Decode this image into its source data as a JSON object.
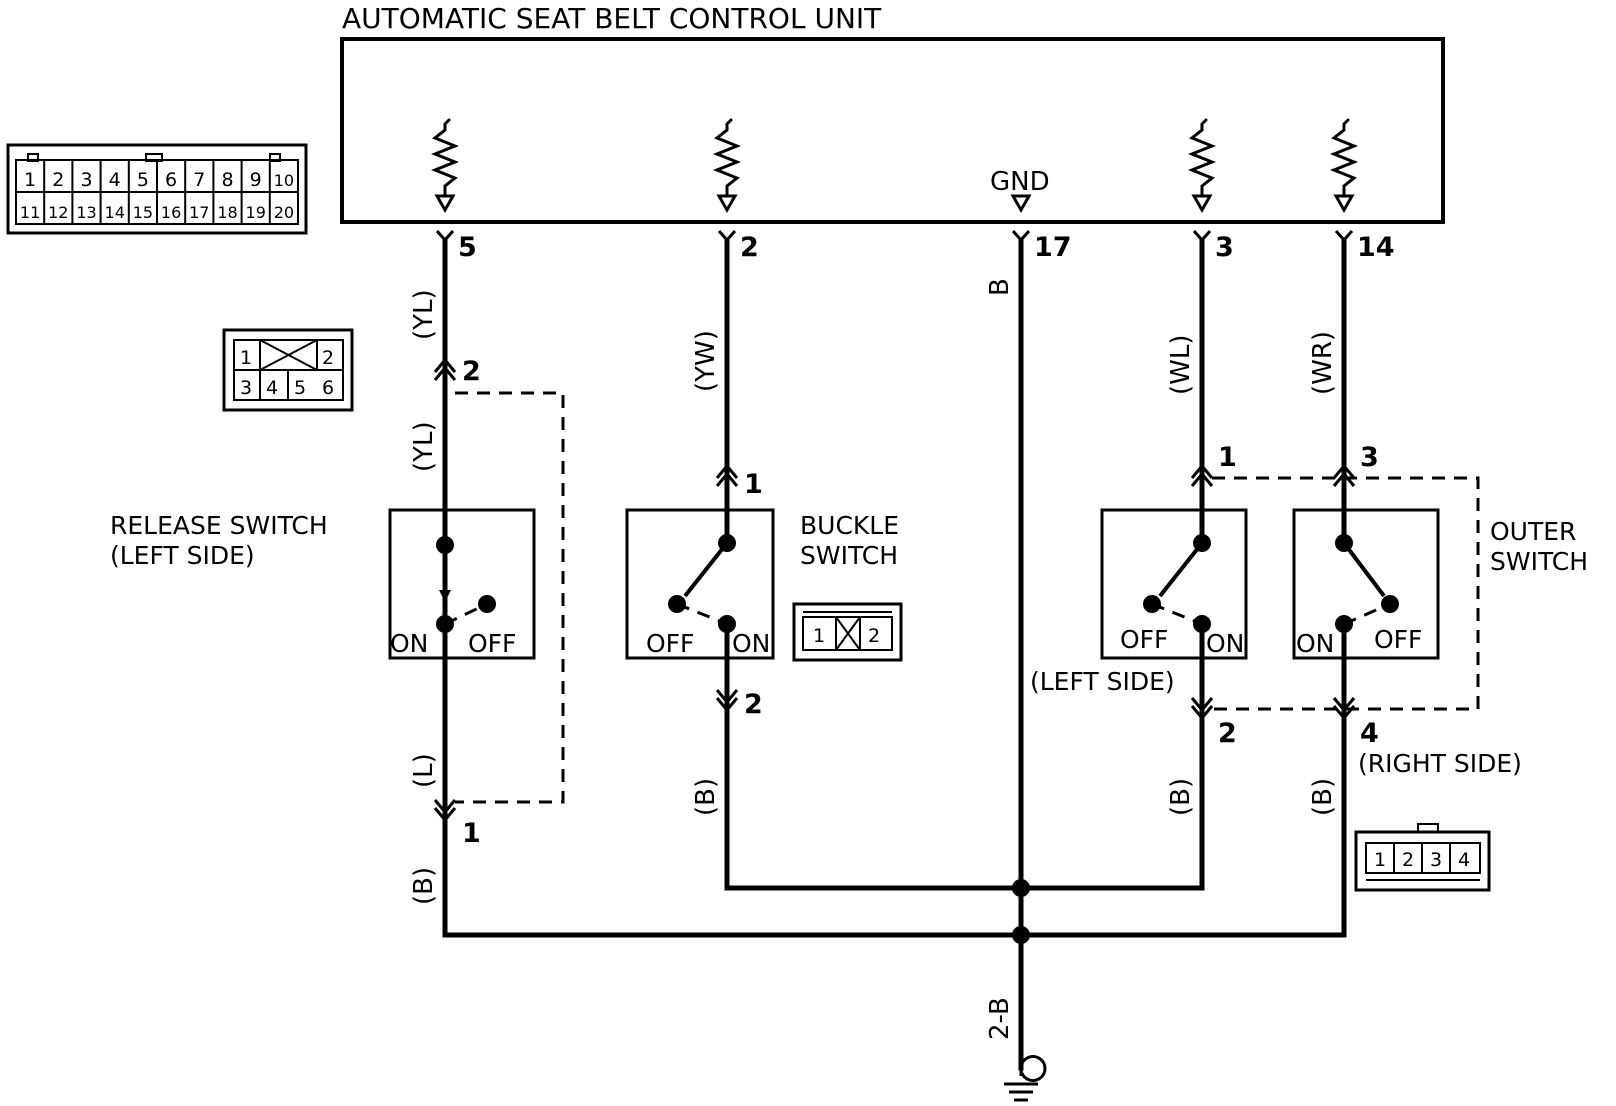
{
  "title": "AUTOMATIC SEAT BELT CONTROL UNIT",
  "gnd_label": "GND",
  "pins": {
    "p5": "5",
    "p2": "2",
    "p17": "17",
    "p3": "3",
    "p14": "14"
  },
  "wire_colors": {
    "yl": "(YL)",
    "yw": "(YW)",
    "b_plain": "B",
    "wl": "(WL)",
    "wr": "(WR)",
    "l": "(L)",
    "b": "(B)",
    "ground_wire": "2-B"
  },
  "terminals": {
    "t1": "1",
    "t2": "2",
    "t3": "3",
    "t4": "4"
  },
  "switches": {
    "release": {
      "line1": "RELEASE SWITCH",
      "line2": "(LEFT SIDE)",
      "on": "ON",
      "off": "OFF"
    },
    "buckle": {
      "line1": "BUCKLE",
      "line2": "SWITCH",
      "on": "ON",
      "off": "OFF"
    },
    "outer": {
      "line1": "OUTER",
      "line2": "SWITCH",
      "on": "ON",
      "off": "OFF"
    },
    "left_side": "(LEFT SIDE)",
    "right_side": "(RIGHT SIDE)"
  },
  "connectors": {
    "ecu_row1": [
      "1",
      "2",
      "3",
      "4",
      "5",
      "6",
      "7",
      "8",
      "9",
      "10"
    ],
    "ecu_row2": [
      "11",
      "12",
      "13",
      "14",
      "15",
      "16",
      "17",
      "18",
      "19",
      "20"
    ],
    "six_pin": [
      "1",
      "2",
      "3",
      "4",
      "5",
      "6"
    ],
    "two_pin": [
      "1",
      "2"
    ],
    "four_pin": [
      "1",
      "2",
      "3",
      "4"
    ]
  }
}
